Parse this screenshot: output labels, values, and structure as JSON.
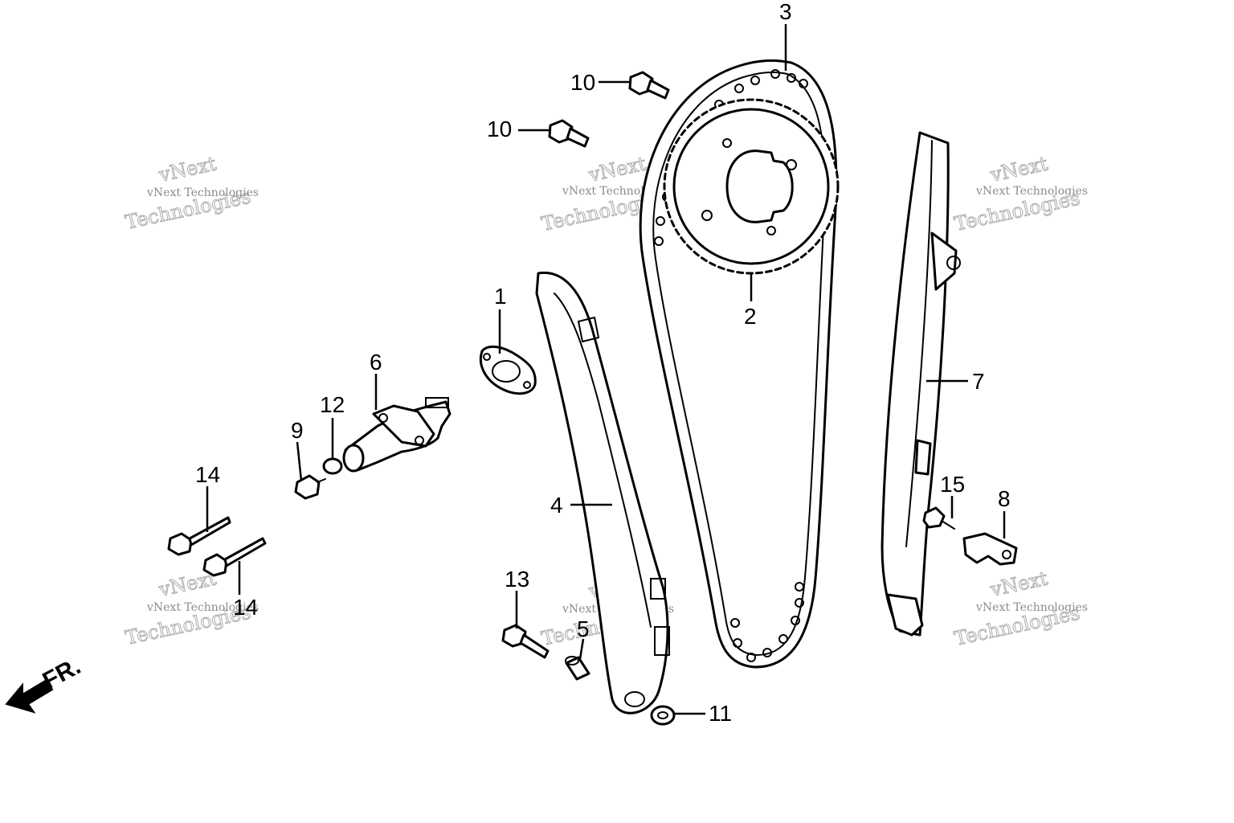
{
  "callouts": {
    "c1": "1",
    "c2": "2",
    "c3": "3",
    "c4": "4",
    "c5": "5",
    "c6": "6",
    "c7": "7",
    "c8": "8",
    "c9": "9",
    "c10a": "10",
    "c10b": "10",
    "c11": "11",
    "c12": "12",
    "c13": "13",
    "c14a": "14",
    "c14b": "14",
    "c15": "15"
  },
  "watermark": {
    "line1": "vNext Technologies",
    "line2": "vNext",
    "line3": "Technologies"
  },
  "direction": {
    "label": "FR."
  }
}
